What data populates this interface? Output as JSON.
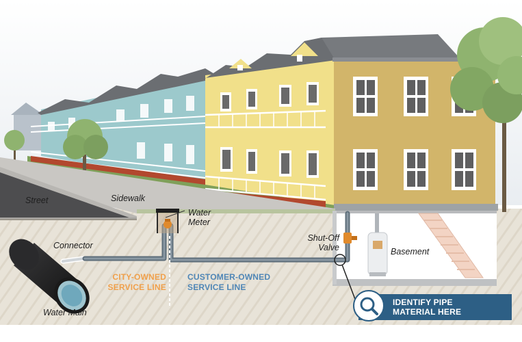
{
  "labels": {
    "street": "Street",
    "sidewalk": "Sidewalk",
    "water_meter": [
      "Water",
      "Meter"
    ],
    "connector": "Connector",
    "water_main": "Water Main",
    "shut_off_valve": [
      "Shut-Off",
      "Valve"
    ],
    "basement": "Basement"
  },
  "ownership": {
    "city": [
      "CITY-OWNED",
      "SERVICE LINE"
    ],
    "customer": [
      "CUSTOMER-OWNED",
      "SERVICE LINE"
    ]
  },
  "callout": [
    "IDENTIFY PIPE",
    "MATERIAL HERE"
  ],
  "colors": {
    "sky": "#eef1f4",
    "soil": "#e7e2d8",
    "street": "#4d4d4f",
    "grass": "#7fa05a",
    "yellow_house": "#f1e08a",
    "tan_house": "#d2b56a",
    "teal_house": "#9cc9cc",
    "roof": "#6b6e72",
    "pipe": "#5e6e7a",
    "city_orange": "#f0a04b",
    "customer_blue": "#4f86b6",
    "callout": "#2d5f85",
    "valve": "#e08a2c",
    "tree": "#8fb36f"
  },
  "icons": [
    "magnifier-icon",
    "valve-icon",
    "water-meter-icon"
  ]
}
